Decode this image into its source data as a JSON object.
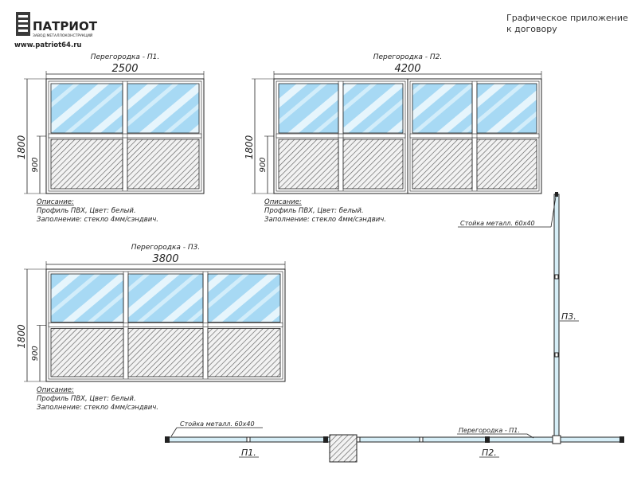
{
  "header": {
    "logo_name": "ПАТРИОТ",
    "logo_tagline": "ЗАВОД МЕТАЛЛОКОНСТРУКЦИЙ",
    "website": "www.patriot64.ru",
    "appendix_line1": "Графическое приложение",
    "appendix_line2": "к договору"
  },
  "partitions": [
    {
      "title": "Перегородка - П1.",
      "width": "2500",
      "height": "1800",
      "lower_height": "900",
      "desc_title": "Описание:",
      "desc_line1": "Профиль ПВХ, Цвет: белый.",
      "desc_line2": "Заполнение: стекло 4мм/сэндвич."
    },
    {
      "title": "Перегородка - П2.",
      "width": "4200",
      "height": "1800",
      "lower_height": "900",
      "desc_title": "Описание:",
      "desc_line1": "Профиль ПВХ, Цвет: белый.",
      "desc_line2": "Заполнение: стекло 4мм/сэндвич."
    },
    {
      "title": "Перегородка - П3.",
      "width": "3800",
      "height": "1800",
      "lower_height": "900",
      "desc_title": "Описание:",
      "desc_line1": "Профиль ПВХ, Цвет: белый.",
      "desc_line2": "Заполнение: стекло 4мм/сэндвич."
    }
  ],
  "plan": {
    "post_label_top": "Стойка металл. 60х40",
    "post_label_bottom": "Стойка металл. 60х40",
    "p1_label": "П1.",
    "p2_label": "П2.",
    "p3_label": "П3.",
    "p1_note": "Перегородка - П1."
  },
  "colors": {
    "line": "#222222",
    "glass": "#a9d8f5",
    "frame_fill": "#ffffff",
    "hatch": "#555555",
    "plan_wall": "#d6eef7"
  }
}
